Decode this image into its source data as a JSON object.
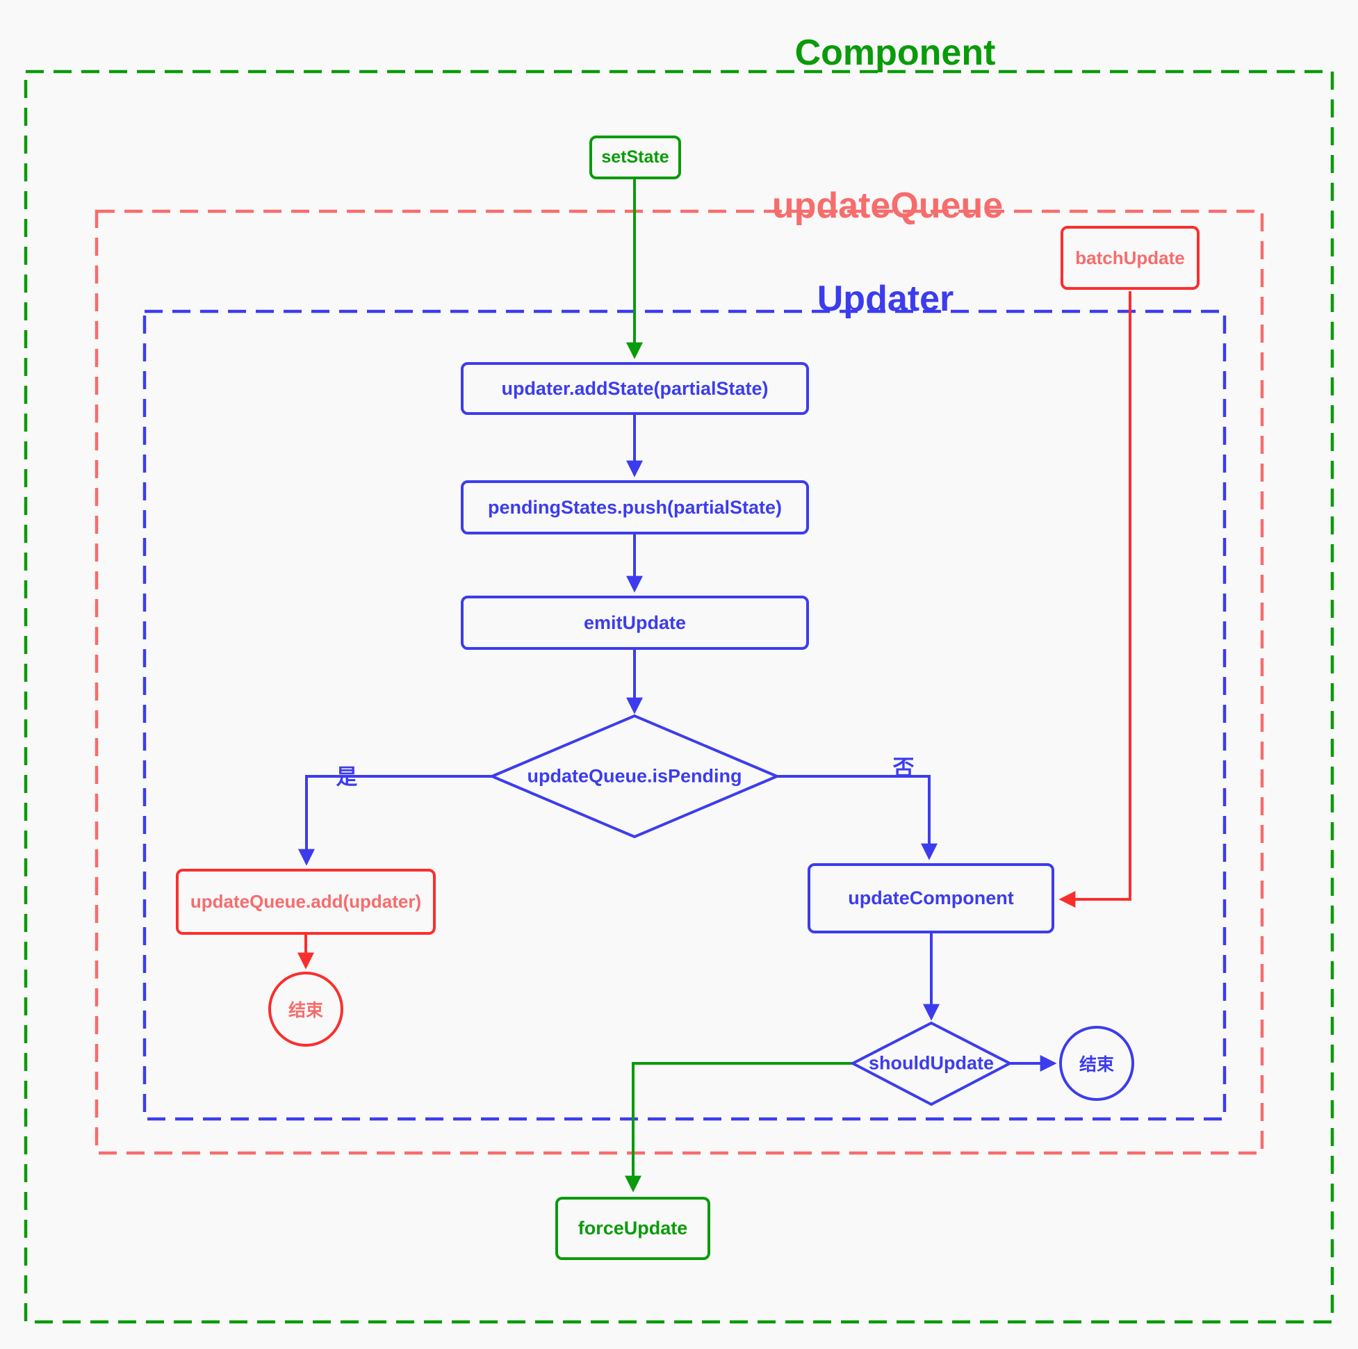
{
  "diagram": {
    "type": "flowchart",
    "colors": {
      "green": "#0a9b0a",
      "blue": "#3c3cee",
      "red": "#fb2e2e",
      "salmon": "#f76c6c",
      "background": "#f9f9f9"
    },
    "containers": {
      "component": {
        "label": "Component",
        "color": "#0a9b0a"
      },
      "update_queue": {
        "label": "updateQueue",
        "color": "#f76c6c"
      },
      "updater": {
        "label": "Updater",
        "color": "#3c3cee"
      }
    },
    "nodes": {
      "set_state": {
        "label": "setState",
        "shape": "rect",
        "color": "#0a9b0a"
      },
      "batch_update": {
        "label": "batchUpdate",
        "shape": "rect",
        "color": "#fb2e2e"
      },
      "add_state": {
        "label": "updater.addState(partialState)",
        "shape": "rect",
        "color": "#3c3cee"
      },
      "pending_states": {
        "label": "pendingStates.push(partialState)",
        "shape": "rect",
        "color": "#3c3cee"
      },
      "emit_update": {
        "label": "emitUpdate",
        "shape": "rect",
        "color": "#3c3cee"
      },
      "is_pending": {
        "label": "updateQueue.isPending",
        "shape": "diamond",
        "color": "#3c3cee"
      },
      "update_queue_add": {
        "label": "updateQueue.add(updater)",
        "shape": "rect",
        "color": "#fb2e2e"
      },
      "end_red": {
        "label": "结束",
        "shape": "circle",
        "color": "#fb2e2e"
      },
      "update_component": {
        "label": "updateComponent",
        "shape": "rect",
        "color": "#3c3cee"
      },
      "should_update": {
        "label": "shouldUpdate",
        "shape": "diamond",
        "color": "#3c3cee"
      },
      "end_blue": {
        "label": "结束",
        "shape": "circle",
        "color": "#3c3cee"
      },
      "force_update": {
        "label": "forceUpdate",
        "shape": "rect",
        "color": "#0a9b0a"
      }
    },
    "edge_labels": {
      "yes": "是",
      "no": "否"
    },
    "edges": [
      {
        "from": "setState",
        "to": "updater.addState(partialState)",
        "color": "green"
      },
      {
        "from": "updater.addState(partialState)",
        "to": "pendingStates.push(partialState)",
        "color": "blue"
      },
      {
        "from": "pendingStates.push(partialState)",
        "to": "emitUpdate",
        "color": "blue"
      },
      {
        "from": "emitUpdate",
        "to": "updateQueue.isPending",
        "color": "blue"
      },
      {
        "from": "updateQueue.isPending",
        "to": "updateQueue.add(updater)",
        "label": "是",
        "color": "blue"
      },
      {
        "from": "updateQueue.add(updater)",
        "to": "结束",
        "color": "red"
      },
      {
        "from": "updateQueue.isPending",
        "to": "updateComponent",
        "label": "否",
        "color": "blue"
      },
      {
        "from": "batchUpdate",
        "to": "updateComponent",
        "color": "red"
      },
      {
        "from": "updateComponent",
        "to": "shouldUpdate",
        "color": "blue"
      },
      {
        "from": "shouldUpdate",
        "to": "结束",
        "color": "blue"
      },
      {
        "from": "shouldUpdate",
        "to": "forceUpdate",
        "color": "green"
      }
    ]
  }
}
